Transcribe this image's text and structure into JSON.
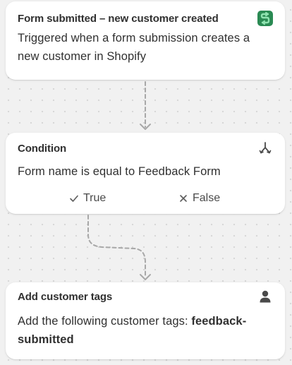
{
  "trigger": {
    "title": "Form submitted – new customer created",
    "description": "Triggered when a form submission creates a new customer in Shopify",
    "icon": "shopify-flow-icon"
  },
  "condition": {
    "title": "Condition",
    "description": "Form name is equal to Feedback Form",
    "icon": "branch-icon",
    "true_label": "True",
    "false_label": "False"
  },
  "action": {
    "title": "Add customer tags",
    "description_prefix": "Add the following customer tags: ",
    "tags": "feedback-submitted",
    "icon": "customer-icon"
  },
  "colors": {
    "background": "#f1f1f1",
    "card": "#ffffff",
    "connector": "#a8a8a8",
    "flow_icon_bg": "#2a8a53",
    "flow_icon_fg": "#8fe3b0"
  }
}
